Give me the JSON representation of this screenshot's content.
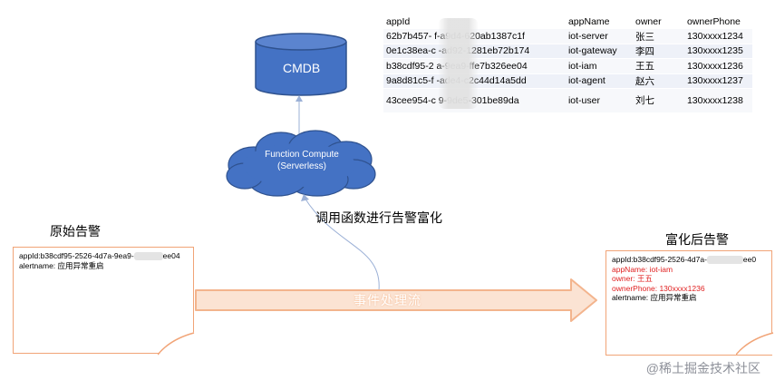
{
  "cmdb": {
    "label": "CMDB"
  },
  "cloud": {
    "line1": "Function Compute",
    "line2": "(Serverless)"
  },
  "table": {
    "headers": [
      "appId",
      "appName",
      "owner",
      "ownerPhone"
    ],
    "rows": [
      [
        "62b7b457-      f-a9d4-620ab1387c1f",
        "iot-server",
        "张三",
        "130xxxx1234"
      ],
      [
        "0e1c38ea-c     -ad92-1281eb72b174",
        "iot-gateway",
        "李四",
        "130xxxx1235"
      ],
      [
        "b38cdf95-2     a-9ea9-ffe7b326ee04",
        "iot-iam",
        "王五",
        "130xxxx1236"
      ],
      [
        "9a8d81c5-f     -ade4-c2c44d14a5dd",
        "iot-agent",
        "赵六",
        "130xxxx1237"
      ],
      [
        "43cee954-c     9-9de5-301be89da",
        "iot-user",
        "刘七",
        "130xxxx1238"
      ]
    ]
  },
  "enrich_label": "调用函数进行告警富化",
  "left": {
    "title": "原始告警",
    "line1": "appId:b38cdf95-2526-4d7a-9ea9-",
    "line1_end": "ee04",
    "line2": "alertname: 应用异常重启"
  },
  "right": {
    "title": "富化后告警",
    "line1": "appId:b38cdf95-2526-4d7a-",
    "line1_end": "ee0",
    "line2": "appName: iot-iam",
    "line3": "owner: 王五",
    "line4": "ownerPhone: 130xxxx1236",
    "line5": "alertname: 应用异常重启"
  },
  "arrow_label": "事件处理流",
  "watermark": "@稀土掘金技术社区",
  "colors": {
    "cmdb_blue": "#4472c4",
    "card_border": "#f1a477",
    "arrow_fill": "#fbe3d3",
    "red_text": "#e02020"
  }
}
